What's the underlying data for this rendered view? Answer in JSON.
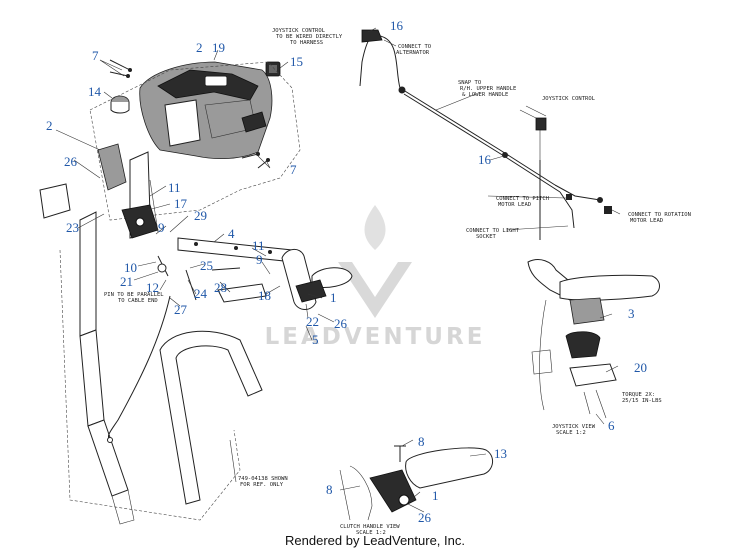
{
  "callouts": {
    "n1a": "1",
    "n1b": "1",
    "n2a": "2",
    "n2b": "2",
    "n3": "3",
    "n4": "4",
    "n5": "5",
    "n6": "6",
    "n7a": "7",
    "n7b": "7",
    "n8a": "8",
    "n8b": "8",
    "n9a": "9",
    "n9b": "9",
    "n10": "10",
    "n11a": "11",
    "n11b": "11",
    "n12": "12",
    "n13": "13",
    "n14": "14",
    "n15": "15",
    "n16a": "16",
    "n16b": "16",
    "n17": "17",
    "n18": "18",
    "n19": "19",
    "n20": "20",
    "n21": "21",
    "n22": "22",
    "n23": "23",
    "n24": "24",
    "n25": "25",
    "n26a": "26",
    "n26b": "26",
    "n26c": "26",
    "n27": "27",
    "n28": "28",
    "n29": "29"
  },
  "notes": {
    "joystick_wired": [
      "JOYSTICK CONTROL",
      "TO BE WIRED DIRECTLY",
      "TO HARNESS"
    ],
    "connect_alternator": [
      "CONNECT TO",
      "ALTERNATOR"
    ],
    "snap_handle": [
      "SNAP TO",
      "R/H. UPPER HANDLE",
      "& LOWER HANDLE"
    ],
    "joystick_control": "JOYSTICK CONTROL",
    "connect_pitch": [
      "CONNECT TO PITCH",
      "MOTOR LEAD"
    ],
    "connect_rotation": [
      "CONNECT TO ROTATION",
      "MOTOR LEAD"
    ],
    "connect_light": [
      "CONNECT TO LIGHT",
      "SOCKET"
    ],
    "pin_parallel": [
      "PIN TO BE PARALLEL",
      "TO CABLE END"
    ],
    "shown_ref": [
      "749-04138 SHOWN",
      "FOR REF. ONLY"
    ],
    "torque": [
      "TORQUE 2X:",
      "25/15 IN-LBS"
    ],
    "joystick_view": [
      "JOYSTICK VIEW",
      "SCALE 1:2"
    ],
    "clutch_view": [
      "CLUTCH HANDLE VIEW",
      "SCALE 1:2"
    ]
  },
  "watermark": "LEADVENTURE",
  "footer": "Rendered by LeadVenture, Inc."
}
